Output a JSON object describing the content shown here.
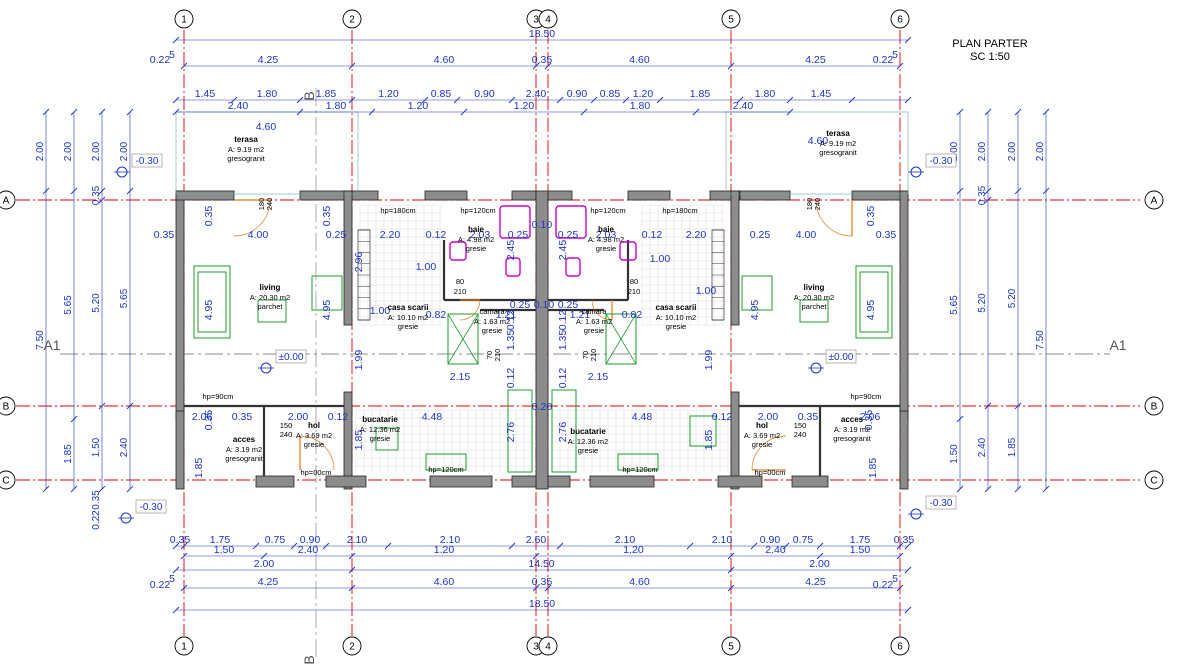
{
  "title": {
    "line1": "PLAN PARTER",
    "line2": "SC 1:50"
  },
  "grid_x": [
    "1",
    "2",
    "3",
    "4",
    "5",
    "6"
  ],
  "grid_y": [
    "A",
    "B",
    "C"
  ],
  "section_marks": {
    "a": "A1",
    "b": "B"
  },
  "levels": {
    "ext": "-0.30",
    "floor": "±0.00"
  },
  "dims": {
    "total": "18.50",
    "total_inner": "14.50",
    "row1": [
      "4.25",
      "4.60",
      "0.35",
      "4.60",
      "4.25"
    ],
    "edge": "0.22",
    "edge_sup": "5",
    "row2": [
      "1.45",
      "1.80",
      "1.85",
      "1.20",
      "0.85",
      "0.90",
      "2.40",
      "0.90",
      "0.85",
      "1.20",
      "1.85",
      "1.80",
      "1.45"
    ],
    "row2b": [
      "2.40",
      "1.80",
      "1.20",
      "1.20",
      "1.80",
      "2.40"
    ],
    "bot1": [
      "0.35",
      "1.75",
      "0.75",
      "0.90",
      "2.10",
      "2.10",
      "2.60",
      "2.10",
      "2.10",
      "0.90",
      "0.75",
      "1.75",
      "0.35"
    ],
    "bot1b": [
      "1.50",
      "2.40",
      "1.20",
      "1.20",
      "2.40",
      "1.50"
    ],
    "bot2": [
      "2.00",
      "2.00"
    ],
    "v_left": [
      "2.00",
      "0.35",
      "5.65",
      "7.50",
      "5.20",
      "1.85",
      "1.50",
      "2.40",
      "0.35",
      "0.22"
    ],
    "inner": [
      "0.35",
      "4.00",
      "0.35",
      "0.25",
      "4.95",
      "4.95",
      "2.00",
      "0.12",
      "0.35",
      "2.06",
      "0.82",
      "2.15",
      "1.21",
      "1.00",
      "1.00",
      "4.48",
      "2.20",
      "0.12",
      "2.03",
      "0.25",
      "2.45",
      "0.12",
      "0.10",
      "1.35",
      "1.99",
      "2.76",
      "1.85",
      "0.20",
      "0.12",
      "0.25",
      "4.60",
      "2.96"
    ]
  },
  "rooms": {
    "terasa": {
      "name": "terasa",
      "area": "A: 9.19 m2",
      "finish": "gresogranit"
    },
    "living": {
      "name": "living",
      "area": "A: 20.30 m2",
      "finish": "parchet"
    },
    "casa_scarii": {
      "name": "casa scarii",
      "area": "A: 10.10 m2",
      "finish": "gresie"
    },
    "baie": {
      "name": "baie",
      "area": "A: 4.98 m2",
      "finish": "gresie"
    },
    "camara": {
      "name": "camara",
      "area": "A: 1.63 m2",
      "finish": "gresie"
    },
    "bucatarie": {
      "name": "bucatarie",
      "area": "A: 12.36 m2",
      "finish": "gresie"
    },
    "hol": {
      "name": "hol",
      "area": "A: 3.69 m2",
      "finish": "gresie"
    },
    "acces": {
      "name": "acces",
      "area": "A: 3.19 m2",
      "finish": "gresogranit"
    }
  },
  "notes": {
    "hp180": "hp=180cm",
    "hp120": "hp=120cm",
    "hp90": "hp=90cm",
    "hp00": "hp=00cm",
    "d80": "80",
    "d210": "210",
    "d150": "150",
    "d240": "240",
    "d70": "70",
    "d180": "180"
  },
  "colors": {
    "grid": "#e00000",
    "dim": "#1a33cc",
    "wall": "#555555",
    "door": "#e07a1a",
    "furniture": "#1c9e2a",
    "sanitary": "#cc00cc"
  }
}
